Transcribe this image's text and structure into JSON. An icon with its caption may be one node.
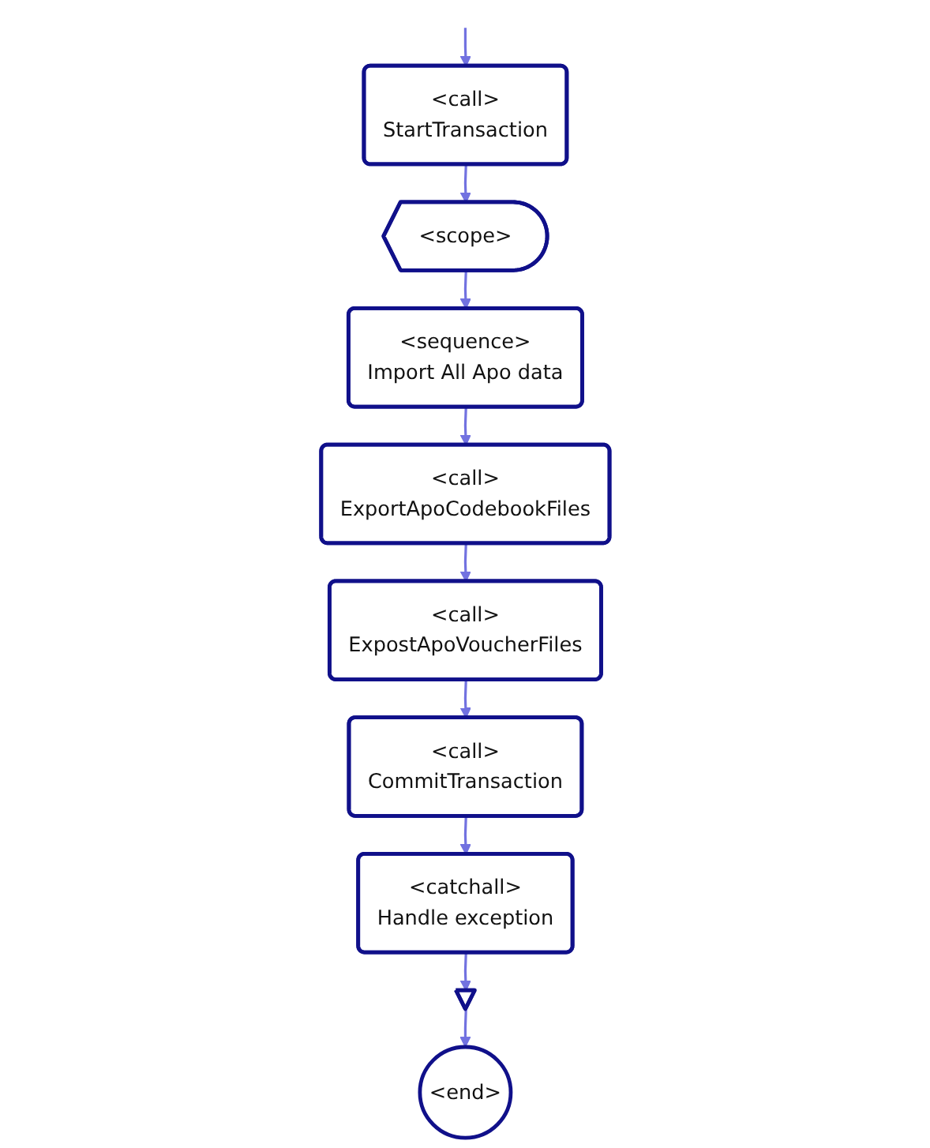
{
  "diagram": {
    "nodes": [
      {
        "text": [
          "<call>",
          "StartTransaction"
        ]
      },
      {
        "text": [
          "<scope>"
        ]
      },
      {
        "text": [
          "<sequence>",
          "Import All Apo data"
        ]
      },
      {
        "text": [
          "<call>",
          "ExportApoCodebookFiles"
        ]
      },
      {
        "text": [
          "<call>",
          "ExpostApoVoucherFiles"
        ]
      },
      {
        "text": [
          "<call>",
          "CommitTransaction"
        ]
      },
      {
        "text": [
          "<catchall>",
          "Handle exception"
        ]
      },
      {
        "text": [],
        "shape": "triangle"
      },
      {
        "text": [
          "<end>"
        ]
      }
    ],
    "edges": [
      {
        "from": null,
        "to": 0,
        "arrow": "to"
      },
      {
        "from": 0,
        "to": 1,
        "arrow": "to"
      },
      {
        "from": 1,
        "to": 2,
        "arrow": "to"
      },
      {
        "from": 2,
        "to": 3,
        "arrow": "to"
      },
      {
        "from": 3,
        "to": 4,
        "arrow": "to"
      },
      {
        "from": 4,
        "to": 5,
        "arrow": "to"
      },
      {
        "from": 5,
        "to": 6,
        "arrow": "to"
      },
      {
        "from": 6,
        "to": 7,
        "arrow": "to"
      },
      {
        "from": 7,
        "to": 8,
        "arrow": "to"
      }
    ]
  }
}
